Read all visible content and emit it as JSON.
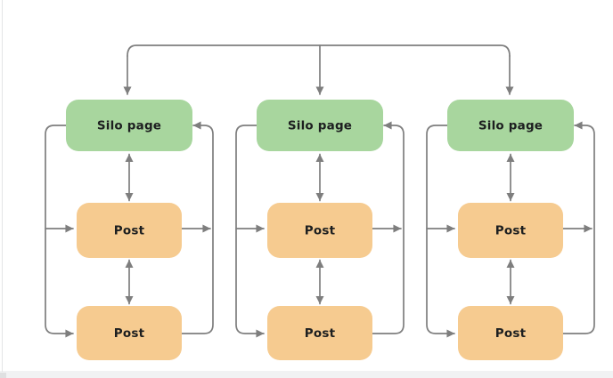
{
  "diagram": {
    "colors": {
      "canvas": "#ffffff",
      "page_background": "#f6f7f8",
      "frame_edge": "#e4e5e6",
      "bottom_margin": "#f1f2f3",
      "corner_mark": "#dfe0e1",
      "connector": "#7e7e7e",
      "silo_fill": "#a8d69e",
      "post_fill": "#f6cb90",
      "label_color": "#1d1f20"
    },
    "columns": [
      {
        "silo": {
          "label": "Silo page"
        },
        "posts": [
          {
            "label": "Post"
          },
          {
            "label": "Post"
          }
        ]
      },
      {
        "silo": {
          "label": "Silo page"
        },
        "posts": [
          {
            "label": "Post"
          },
          {
            "label": "Post"
          }
        ]
      },
      {
        "silo": {
          "label": "Silo page"
        },
        "posts": [
          {
            "label": "Post"
          },
          {
            "label": "Post"
          }
        ]
      }
    ]
  }
}
